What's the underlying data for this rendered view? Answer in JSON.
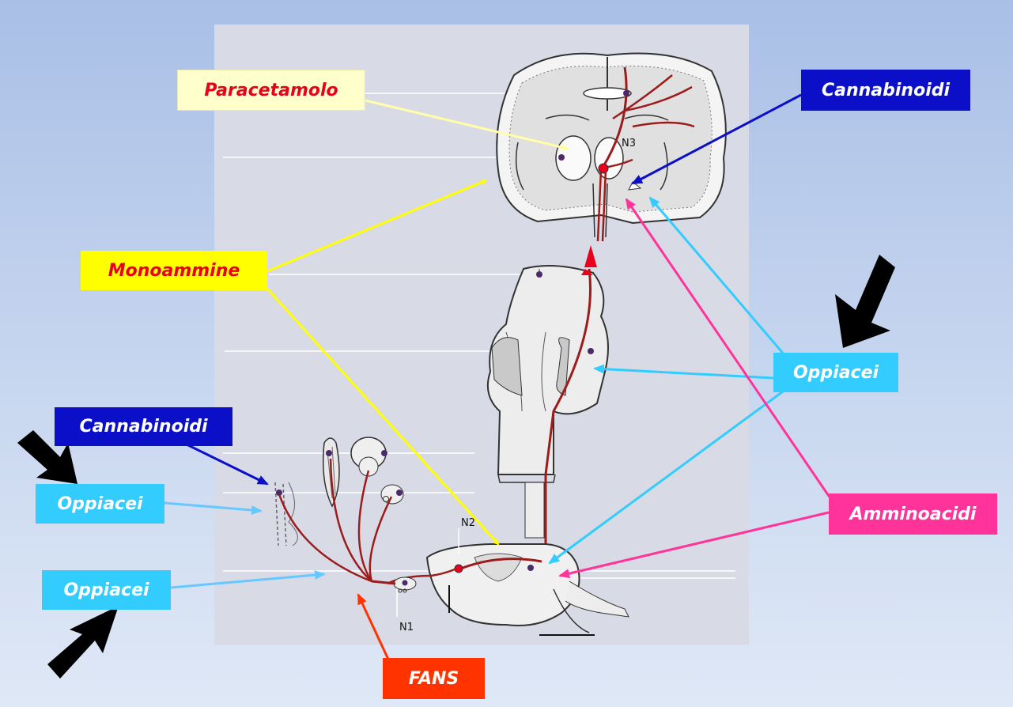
{
  "labels": {
    "paracetamolo": "Paracetamolo",
    "cannabinoidi_top": "Cannabinoidi",
    "monoammine": "Monoammine",
    "oppiacei_right": "Oppiacei",
    "cannabinoidi_left": "Cannabinoidi",
    "oppiacei_left_top": "Oppiacei",
    "oppiacei_left_bottom": "Oppiacei",
    "amminoacidi": "Amminoacidi",
    "fans": "FANS"
  },
  "neuron_labels": {
    "n1": "N1",
    "n2": "N2",
    "n3": "N3"
  },
  "colors": {
    "paracetamolo_box": "#ffffcc",
    "paracetamolo_text": "#e8001c",
    "cannabinoidi_box": "#0b10c8",
    "monoammine_box": "#ffff00",
    "monoammine_text": "#e8001c",
    "oppiacei_box": "#33ccff",
    "amminoacidi_box": "#ff3399",
    "fans_box": "#ff3300",
    "pathway": "#9c1c1c",
    "ascending_arrow": "#e8001c",
    "emphasis_arrow": "#000000"
  }
}
